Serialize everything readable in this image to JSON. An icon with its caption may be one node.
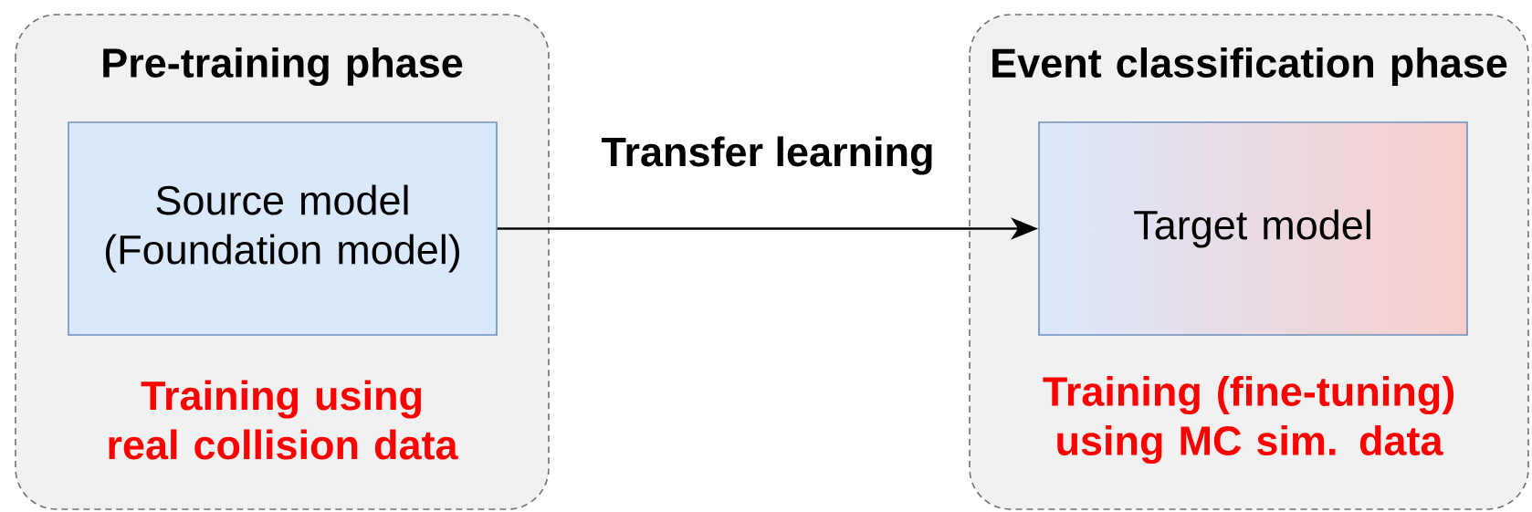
{
  "diagram": {
    "nodes": [
      {
        "text": [
          "Pre-training phase",
          "Training using real collision data"
        ]
      },
      {
        "text": [
          "Source model (Foundation model)"
        ],
        "in": 0
      },
      {
        "text": [
          "Event classification phase",
          "Training (fine-tuning) using MC sim. data"
        ]
      },
      {
        "text": [
          "Target model"
        ],
        "in": 2
      }
    ],
    "edges": [
      {
        "from": 1,
        "to": 3,
        "arrow": "to",
        "label": "Transfer learning"
      }
    ]
  }
}
